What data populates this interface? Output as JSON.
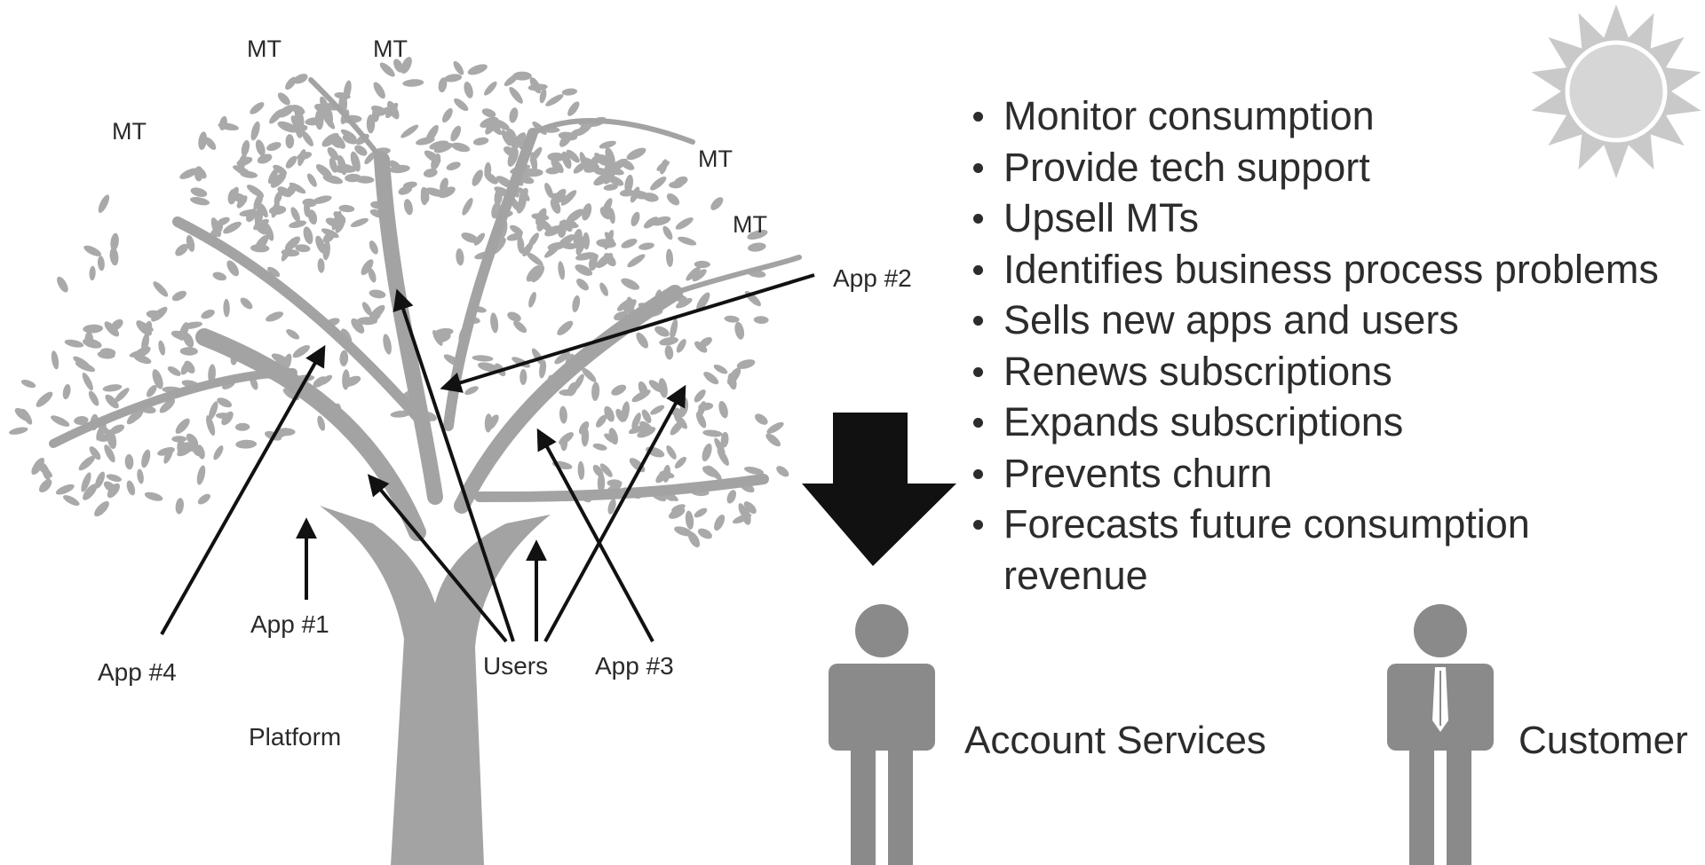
{
  "diagram": {
    "tree_labels": {
      "mt": [
        "MT",
        "MT",
        "MT",
        "MT",
        "MT"
      ],
      "app1": "App #1",
      "app2": "App #2",
      "app3": "App #3",
      "app4": "App #4",
      "users": "Users",
      "platform": "Platform"
    },
    "activities": [
      "Monitor consumption",
      "Provide tech support",
      "Upsell MTs",
      "Identifies business process problems",
      "Sells new apps and users",
      "Renews subscriptions",
      "Expands subscriptions",
      "Prevents churn",
      "Forecasts future consumption revenue"
    ],
    "roles": {
      "account_services": "Account Services",
      "customer": "Customer"
    },
    "icons": [
      "tree-icon",
      "sun-icon",
      "down-arrow-icon",
      "account-services-person-icon",
      "customer-person-icon"
    ],
    "colors": {
      "foliage": "#a9a9aa",
      "trunk": "#a3a3a4",
      "person": "#8a8a8a",
      "arrow": "#111111",
      "sun": "#c9c9ca"
    }
  }
}
